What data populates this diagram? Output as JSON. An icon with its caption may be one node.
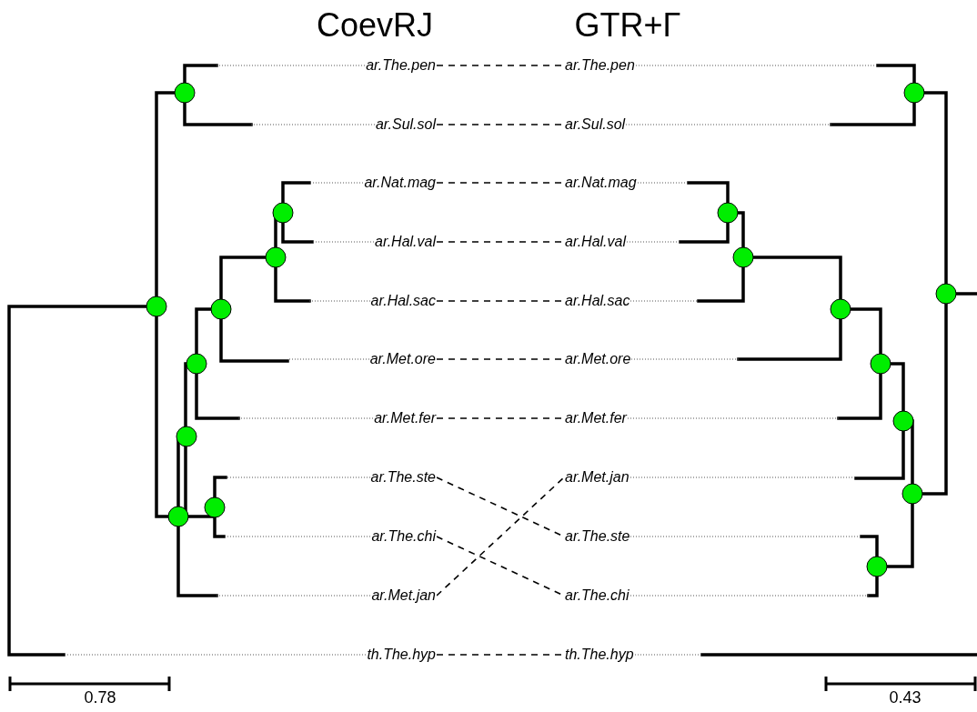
{
  "diagram": {
    "nodes": [
      {
        "text": [
          "ar.The.pen"
        ]
      },
      {
        "text": [
          "ar.Sul.sol"
        ]
      },
      {
        "text": [
          "ar.Nat.mag"
        ]
      },
      {
        "text": [
          "ar.Hal.val"
        ]
      },
      {
        "text": [
          "ar.Hal.sac"
        ]
      },
      {
        "text": [
          "ar.Met.ore"
        ]
      },
      {
        "text": [
          "ar.Met.fer"
        ]
      },
      {
        "text": [
          "ar.The.ste"
        ]
      },
      {
        "text": [
          "ar.The.chi"
        ]
      },
      {
        "text": [
          "ar.Met.jan"
        ]
      },
      {
        "text": [
          "th.The.hyp"
        ]
      },
      {
        "text": [
          "ar.The.pen"
        ]
      },
      {
        "text": [
          "ar.Sul.sol"
        ]
      },
      {
        "text": [
          "ar.Nat.mag"
        ]
      },
      {
        "text": [
          "ar.Hal.val"
        ]
      },
      {
        "text": [
          "ar.Hal.sac"
        ]
      },
      {
        "text": [
          "ar.Met.ore"
        ]
      },
      {
        "text": [
          "ar.Met.fer"
        ]
      },
      {
        "text": [
          "ar.Met.jan"
        ]
      },
      {
        "text": [
          "ar.The.ste"
        ]
      },
      {
        "text": [
          "ar.The.chi"
        ]
      },
      {
        "text": [
          "th.The.hyp"
        ]
      }
    ],
    "edges": [
      {
        "from": 0,
        "to": 11,
        "arrow": "none",
        "style": "dashed"
      },
      {
        "from": 1,
        "to": 12,
        "arrow": "none",
        "style": "dashed"
      },
      {
        "from": 2,
        "to": 13,
        "arrow": "none",
        "style": "dashed"
      },
      {
        "from": 3,
        "to": 14,
        "arrow": "none",
        "style": "dashed"
      },
      {
        "from": 4,
        "to": 15,
        "arrow": "none",
        "style": "dashed"
      },
      {
        "from": 5,
        "to": 16,
        "arrow": "none",
        "style": "dashed"
      },
      {
        "from": 6,
        "to": 17,
        "arrow": "none",
        "style": "dashed"
      },
      {
        "from": 7,
        "to": 19,
        "arrow": "none",
        "style": "dashed"
      },
      {
        "from": 8,
        "to": 20,
        "arrow": "none",
        "style": "dashed"
      },
      {
        "from": 9,
        "to": 18,
        "arrow": "none",
        "style": "dashed"
      },
      {
        "from": 10,
        "to": 21,
        "arrow": "none",
        "style": "dashed"
      },
      {
        "from": 0,
        "to": null,
        "arrow": "none"
      },
      {
        "from": 1,
        "to": null,
        "arrow": "none"
      },
      {
        "from": 2,
        "to": null,
        "arrow": "none"
      },
      {
        "from": 3,
        "to": null,
        "arrow": "none"
      },
      {
        "from": 4,
        "to": null,
        "arrow": "none"
      },
      {
        "from": 5,
        "to": null,
        "arrow": "none"
      },
      {
        "from": 6,
        "to": null,
        "arrow": "none"
      },
      {
        "from": 7,
        "to": null,
        "arrow": "none"
      },
      {
        "from": 8,
        "to": null,
        "arrow": "none"
      },
      {
        "from": 9,
        "to": null,
        "arrow": "none"
      },
      {
        "from": 10,
        "to": null,
        "arrow": "none"
      },
      {
        "from": 11,
        "to": null,
        "arrow": "none"
      },
      {
        "from": 12,
        "to": null,
        "arrow": "none"
      },
      {
        "from": 13,
        "to": null,
        "arrow": "none"
      },
      {
        "from": 14,
        "to": null,
        "arrow": "none"
      },
      {
        "from": 15,
        "to": null,
        "arrow": "none"
      },
      {
        "from": 16,
        "to": null,
        "arrow": "none"
      },
      {
        "from": 17,
        "to": null,
        "arrow": "none"
      },
      {
        "from": 18,
        "to": null,
        "arrow": "none"
      },
      {
        "from": 19,
        "to": null,
        "arrow": "none"
      },
      {
        "from": 20,
        "to": null,
        "arrow": "none"
      },
      {
        "from": 21,
        "to": null,
        "arrow": "none"
      }
    ],
    "labels": [
      "CoevRJ",
      "GTR+Γ",
      "0.78",
      "0.43"
    ]
  }
}
